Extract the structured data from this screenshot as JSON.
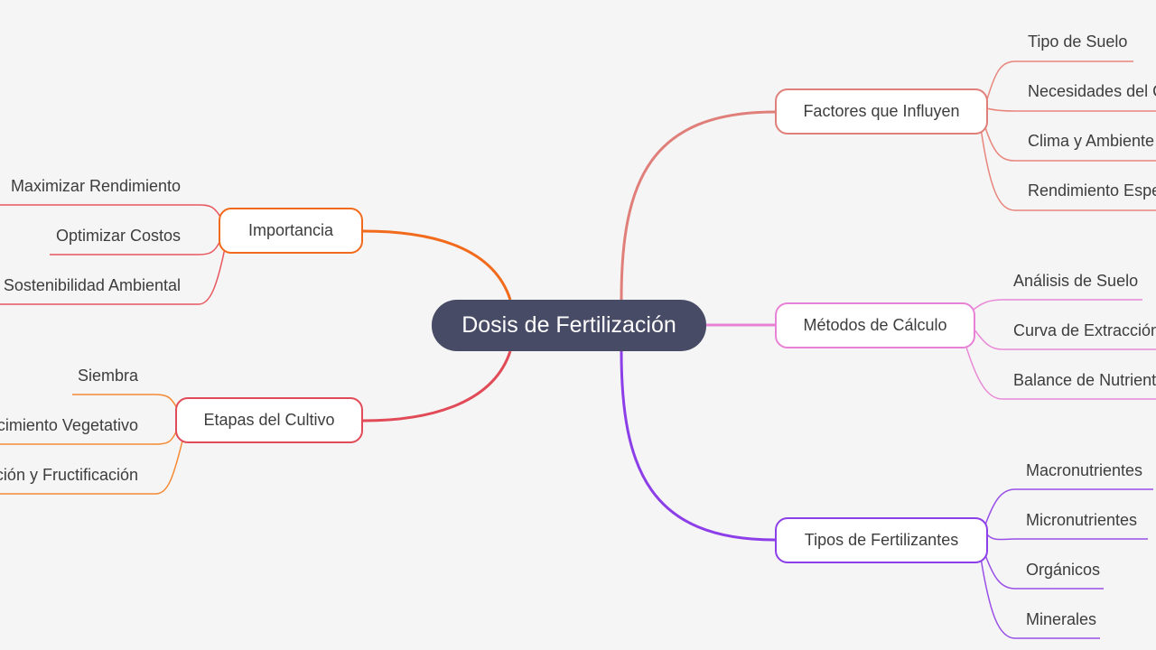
{
  "root": {
    "label": "Dosis de Fertilización"
  },
  "branches": {
    "importancia": {
      "label": "Importancia",
      "color": "#f26a1b",
      "children": [
        "Maximizar Rendimiento",
        "Optimizar Costos",
        "Sostenibilidad Ambiental"
      ],
      "child_color": "#e8565e"
    },
    "etapas": {
      "label": "Etapas del Cultivo",
      "color": "#e14a57",
      "children": [
        "Siembra",
        "Crecimiento Vegetativo",
        "Floración y Fructificación"
      ],
      "child_color": "#f58a34"
    },
    "factores": {
      "label": "Factores que Influyen",
      "color": "#e07f7a",
      "children": [
        "Tipo de Suelo",
        "Necesidades del Cultivo",
        "Clima y Ambiente",
        "Rendimiento Esperado"
      ],
      "child_color": "#e8857c"
    },
    "metodos": {
      "label": "Métodos de Cálculo",
      "color": "#e882d6",
      "children": [
        "Análisis de Suelo",
        "Curva de Extracción",
        "Balance de Nutrientes"
      ],
      "child_color": "#ea8ad6"
    },
    "tipos": {
      "label": "Tipos de Fertilizantes",
      "color": "#8c3ee8",
      "children": [
        "Macronutrientes",
        "Micronutrientes",
        "Orgánicos",
        "Minerales"
      ],
      "child_color": "#9a50e8"
    }
  }
}
